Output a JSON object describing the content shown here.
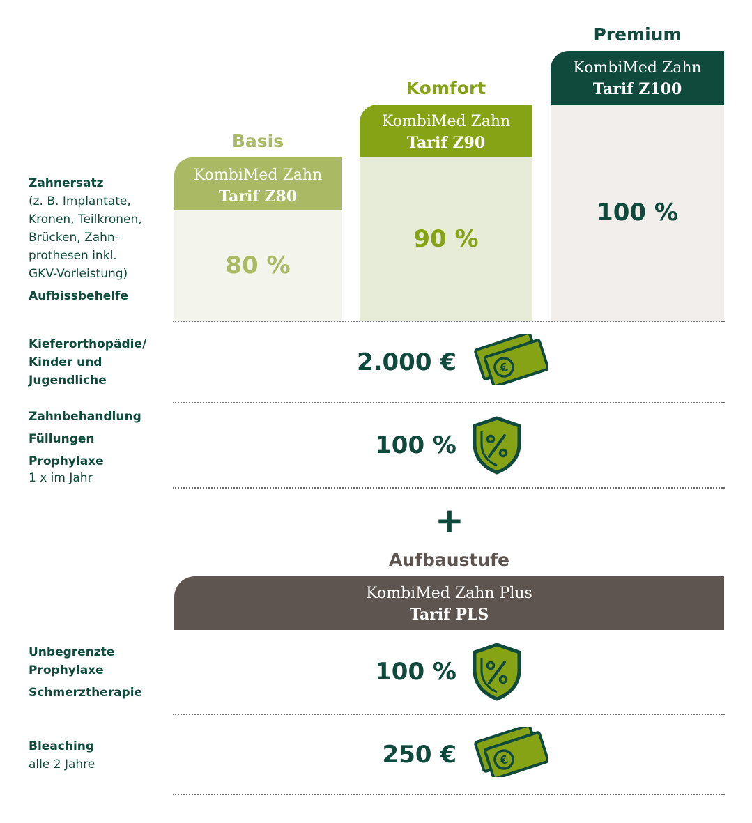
{
  "tiers": [
    {
      "level": "Basis",
      "line1": "KombiMed Zahn",
      "line2": "Tarif Z80",
      "value": "80 %"
    },
    {
      "level": "Komfort",
      "line1": "KombiMed Zahn",
      "line2": "Tarif Z90",
      "value": "90 %"
    },
    {
      "level": "Premium",
      "line1": "KombiMed Zahn",
      "line2": "Tarif Z100",
      "value": "100 %"
    }
  ],
  "rows": {
    "zahnersatz": {
      "title": "Zahnersatz",
      "detail": [
        "(z. B. Implantate,",
        "Kronen, Teilkronen,",
        "Brücken, Zahn-",
        "prothesen inkl.",
        "GKV-Vorleistung)"
      ],
      "extra": "Aufbissbehelfe"
    },
    "kiefer": {
      "lines": [
        "Kieferorthopädie/",
        "Kinder und",
        "Jugendliche"
      ],
      "value": "2.000 €"
    },
    "behandlung": {
      "lines": [
        "Zahnbehandlung",
        "Füllungen",
        "Prophylaxe"
      ],
      "detail": "1 x im Jahr",
      "value": "100 %"
    },
    "prophylaxe": {
      "lines": [
        "Unbegrenzte",
        "Prophylaxe",
        "Schmerztherapie"
      ],
      "value": "100 %"
    },
    "bleaching": {
      "title": "Bleaching",
      "detail": "alle 2 Jahre",
      "value": "250 €"
    }
  },
  "plus_sign": "+",
  "addon": {
    "level": "Aufbaustufe",
    "line1": "KombiMed Zahn Plus",
    "line2": "Tarif PLS"
  },
  "colors": {
    "dark_green": "#0f4a3c",
    "mid_green": "#86a315",
    "light_green": "#a9b964",
    "brown": "#5e5550",
    "premium_bg": "#f1eeec",
    "komfort_bg": "#e7ecd8",
    "basis_bg": "#f3f5ec"
  },
  "icons": {
    "money": "money-icon",
    "shield": "shield-percent-icon"
  }
}
